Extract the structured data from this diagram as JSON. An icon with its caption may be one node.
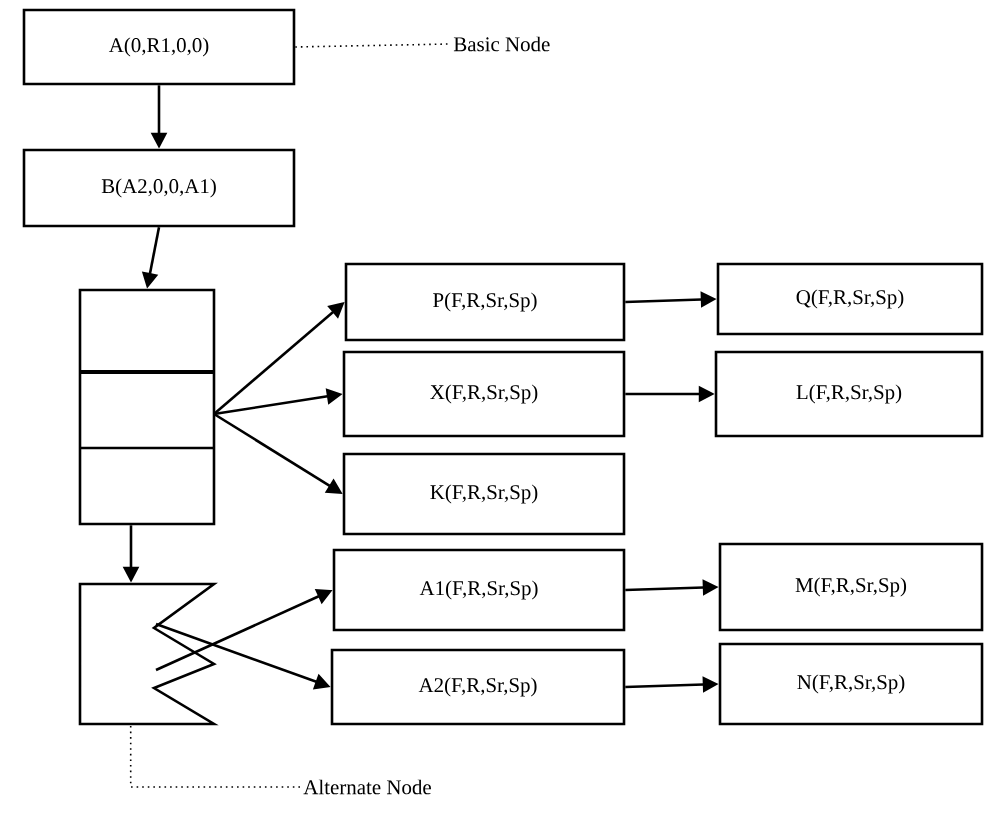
{
  "diagram": {
    "nodes": [
      {
        "text": [
          "A(0,R1,0,0)"
        ]
      },
      {
        "text": [
          "Basic Node"
        ]
      },
      {
        "text": [
          "B(A2,0,0,A1)"
        ]
      },
      {
        "text": [],
        "shape": "box"
      },
      {
        "text": [
          "P(F,R,Sr,Sp)"
        ]
      },
      {
        "text": [
          "Q(F,R,Sr,Sp)"
        ]
      },
      {
        "text": [
          "X(F,R,Sr,Sp)"
        ]
      },
      {
        "text": [
          "L(F,R,Sr,Sp)"
        ]
      },
      {
        "text": [
          "K(F,R,Sr,Sp)"
        ]
      },
      {
        "text": [],
        "shape": "zigzag"
      },
      {
        "text": [
          "A1(F,R,Sr,Sp)"
        ]
      },
      {
        "text": [
          "M(F,R,Sr,Sp)"
        ]
      },
      {
        "text": [
          "A2(F,R,Sr,Sp)"
        ]
      },
      {
        "text": [
          "N(F,R,Sr,Sp)"
        ]
      },
      {
        "text": [
          "Alternate Node"
        ]
      }
    ],
    "edges": [
      {
        "from": 0,
        "to": 1,
        "arrow": "none",
        "style": "dashed"
      },
      {
        "from": 0,
        "to": 2,
        "arrow": "to"
      },
      {
        "from": 2,
        "to": 3,
        "arrow": "to"
      },
      {
        "from": 3,
        "to": 4,
        "arrow": "to"
      },
      {
        "from": 3,
        "to": 6,
        "arrow": "to"
      },
      {
        "from": 3,
        "to": 8,
        "arrow": "to"
      },
      {
        "from": 4,
        "to": 5,
        "arrow": "to"
      },
      {
        "from": 6,
        "to": 7,
        "arrow": "to"
      },
      {
        "from": 3,
        "to": 9,
        "arrow": "to"
      },
      {
        "from": 9,
        "to": 10,
        "arrow": "to"
      },
      {
        "from": 9,
        "to": 12,
        "arrow": "to"
      },
      {
        "from": 10,
        "to": 11,
        "arrow": "to"
      },
      {
        "from": 12,
        "to": 13,
        "arrow": "to"
      },
      {
        "from": 14,
        "to": 9,
        "arrow": "none",
        "style": "dashed"
      }
    ]
  }
}
